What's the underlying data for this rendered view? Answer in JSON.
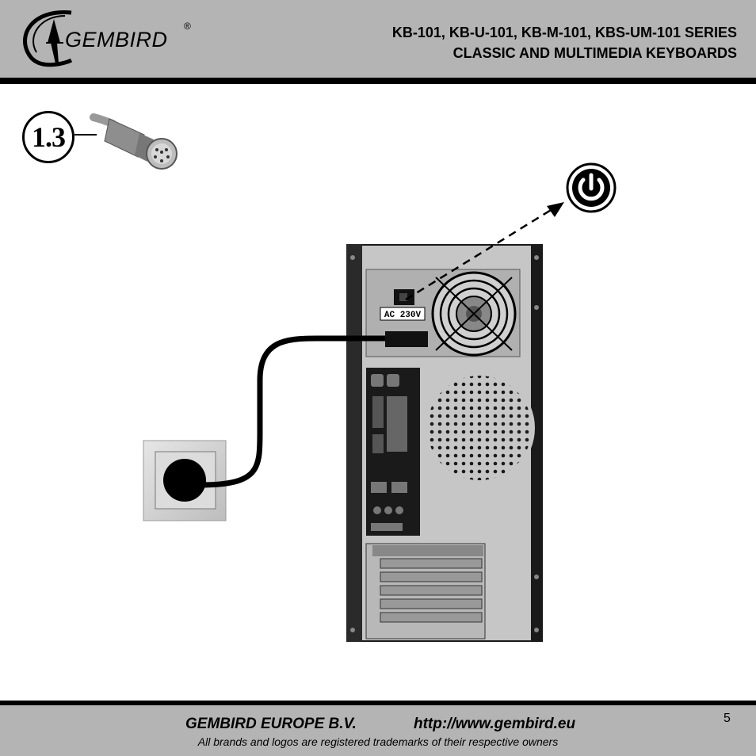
{
  "header": {
    "logo_text": "GEMBIRD",
    "logo_reg": "®",
    "title_line1": "KB-101, KB-U-101,  KB-M-101, KBS-UM-101 SERIES",
    "title_line2": "CLASSIC AND MULTIMEDIA KEYBOARDS"
  },
  "figure": {
    "step_label": "1.3",
    "psu_label": "AC 230V",
    "icons": {
      "power": "power-icon",
      "ps2_plug": "ps2-plug-icon",
      "outlet": "wall-outlet-icon",
      "pc": "pc-tower-icon"
    }
  },
  "footer": {
    "company": "GEMBIRD EUROPE B.V.",
    "url": "http://www.gembird.eu",
    "note": "All brands and logos are registered trademarks of their respective owners",
    "page_number": "5"
  },
  "colors": {
    "band": "#b4b4b4",
    "rule": "#000000",
    "case": "#c8c8c8",
    "case_dark": "#1a1a1a"
  }
}
